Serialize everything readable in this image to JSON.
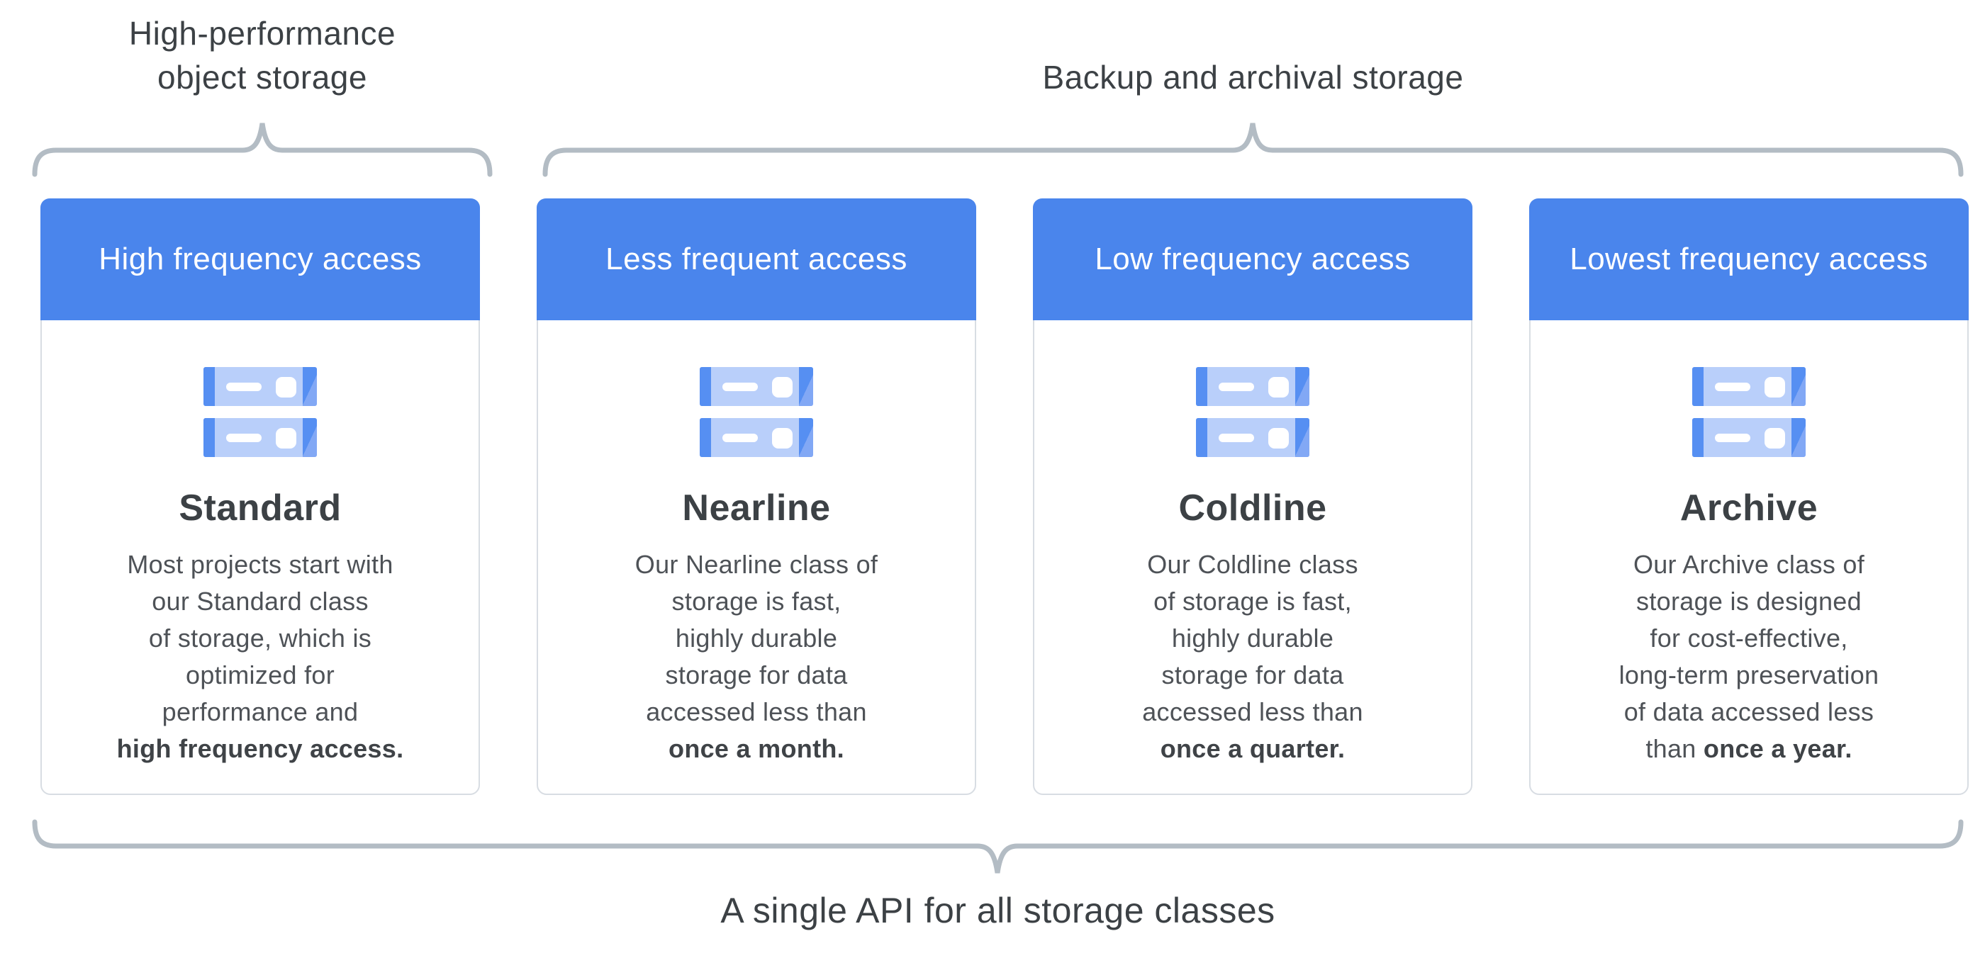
{
  "theme": {
    "page_bg": "#FFFFFF",
    "accent_blue": "#4A85EC",
    "icon_cap": "#568FF2",
    "icon_cap_light": "#82A8F5",
    "icon_body": "#B9CFFA",
    "card_border": "#D8DDE3",
    "brace": "#B3BCC4",
    "heading_text": "#3C4145",
    "body_text": "#4E5257",
    "header_text": "#FFFFFF"
  },
  "groups": {
    "high_performance": {
      "line1": "High-performance",
      "line2": "object storage"
    },
    "backup_archival": {
      "label": "Backup and archival storage"
    },
    "single_api": {
      "label": "A single API for all storage classes"
    }
  },
  "cards": [
    {
      "header": "High frequency access",
      "title": "Standard",
      "icon": "storage-rack-icon",
      "body_lines": [
        "Most projects start with",
        "our Standard class",
        "of storage, which is",
        "optimized for",
        "performance and"
      ],
      "last_line": {
        "regular": "",
        "bold": "high frequency access."
      }
    },
    {
      "header": "Less frequent access",
      "title": "Nearline",
      "icon": "storage-rack-icon",
      "body_lines": [
        "Our Nearline class of",
        "storage is fast,",
        "highly durable",
        "storage for data",
        "accessed less than"
      ],
      "last_line": {
        "regular": "",
        "bold": "once a month."
      }
    },
    {
      "header": "Low frequency access",
      "title": "Coldline",
      "icon": "storage-rack-icon",
      "body_lines": [
        "Our Coldline class",
        "of storage is fast,",
        "highly durable",
        "storage for data",
        "accessed less than"
      ],
      "last_line": {
        "regular": "",
        "bold": "once a quarter."
      }
    },
    {
      "header": "Lowest frequency access",
      "title": "Archive",
      "icon": "storage-rack-icon",
      "body_lines": [
        "Our Archive class of",
        "storage is designed",
        "for cost-effective,",
        "long-term preservation",
        "of data accessed less"
      ],
      "last_line": {
        "regular": "than ",
        "bold": "once a year."
      }
    }
  ]
}
